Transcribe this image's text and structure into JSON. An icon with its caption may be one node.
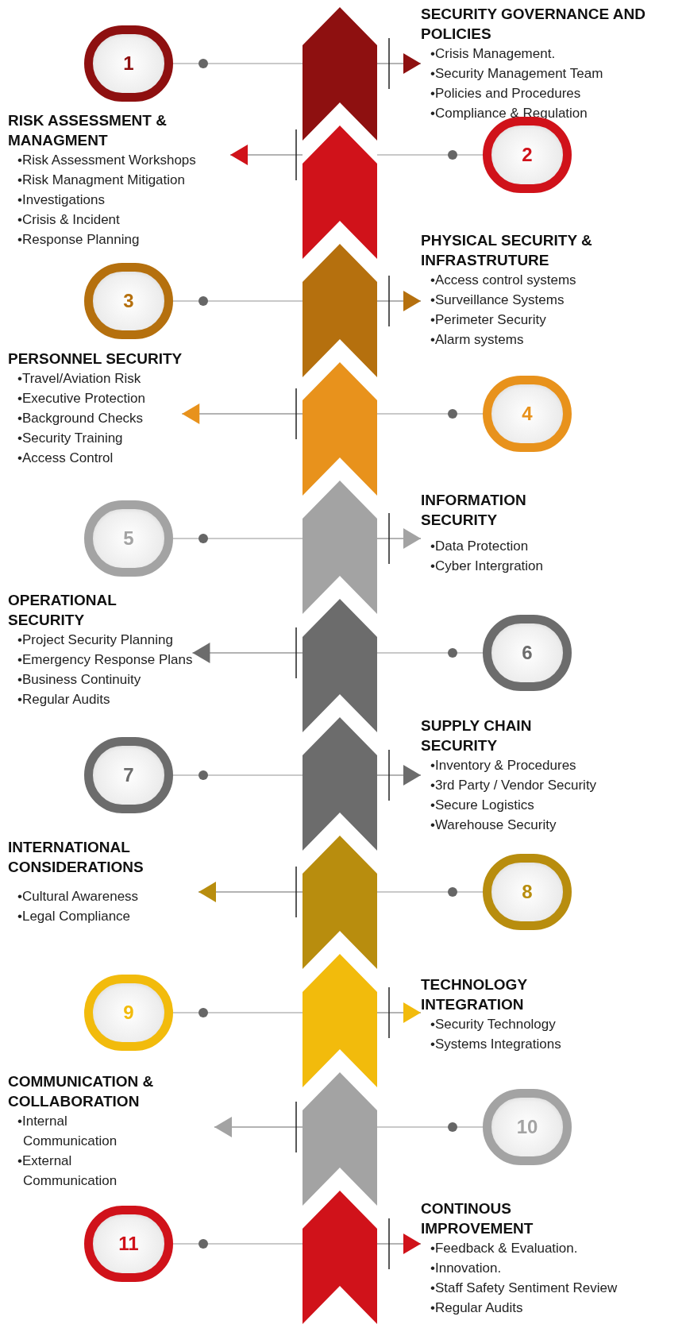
{
  "diagram": {
    "nodes": [
      {
        "text": [
          "1"
        ]
      },
      {
        "text": [],
        "shape": "chevron"
      },
      {
        "text": [
          "SECURITY GOVERNANCE AND POLICIES",
          "•Crisis Management.",
          "•Security Management Team",
          "•Policies and Procedures",
          "•Compliance & Regulation"
        ]
      },
      {
        "text": [
          "2"
        ]
      },
      {
        "text": [],
        "shape": "chevron"
      },
      {
        "text": [
          "RISK ASSESSMENT & MANAGMENT",
          "•Risk Assessment Workshops",
          "•Risk Managment Mitigation",
          "•Investigations",
          "•Crisis & Incident",
          "•Response Planning"
        ]
      },
      {
        "text": [
          "3"
        ]
      },
      {
        "text": [],
        "shape": "chevron"
      },
      {
        "text": [
          "PHYSICAL SECURITY & INFRASTRUTURE",
          "•Access control systems",
          "•Surveillance Systems",
          "•Perimeter Security",
          "•Alarm systems"
        ]
      },
      {
        "text": [
          "4"
        ]
      },
      {
        "text": [],
        "shape": "chevron"
      },
      {
        "text": [
          "PERSONNEL SECURITY",
          "•Travel/Aviation Risk",
          "•Executive Protection",
          "•Background Checks",
          "•Security Training",
          "•Access Control"
        ]
      },
      {
        "text": [
          "5"
        ]
      },
      {
        "text": [],
        "shape": "chevron"
      },
      {
        "text": [
          "INFORMATION SECURITY",
          "•Data Protection",
          "•Cyber Intergration"
        ]
      },
      {
        "text": [
          "6"
        ]
      },
      {
        "text": [],
        "shape": "chevron"
      },
      {
        "text": [
          "OPERATIONAL SECURITY",
          "•Project Security Planning",
          "•Emergency Response Plans",
          "•Business Continuity",
          "•Regular Audits"
        ]
      },
      {
        "text": [
          "7"
        ]
      },
      {
        "text": [],
        "shape": "chevron"
      },
      {
        "text": [
          "SUPPLY CHAIN SECURITY",
          "•Inventory & Procedures",
          "•3rd Party / Vendor Security",
          "•Secure Logistics",
          "•Warehouse Security"
        ]
      },
      {
        "text": [
          "8"
        ]
      },
      {
        "text": [],
        "shape": "chevron"
      },
      {
        "text": [
          "INTERNATIONAL CONSIDERATIONS",
          "•Cultural Awareness",
          "•Legal Compliance"
        ]
      },
      {
        "text": [
          "9"
        ]
      },
      {
        "text": [],
        "shape": "chevron"
      },
      {
        "text": [
          "TECHNOLOGY INTEGRATION",
          "•Security Technology",
          "•Systems Integrations"
        ]
      },
      {
        "text": [
          "10"
        ]
      },
      {
        "text": [],
        "shape": "chevron"
      },
      {
        "text": [
          "COMMUNICATION & COLLABORATION",
          "•Internal Communication",
          "•External Communication"
        ]
      },
      {
        "text": [
          "11"
        ]
      },
      {
        "text": [],
        "shape": "chevron"
      },
      {
        "text": [
          "CONTINOUS IMPROVEMENT",
          "•Feedback & Evaluation.",
          "•Innovation.",
          "•Staff Safety Sentiment Review",
          "•Regular Audits"
        ]
      }
    ],
    "edges": [
      {
        "from": 0,
        "to": 1,
        "arrow": "other"
      },
      {
        "from": 1,
        "to": 2,
        "arrow": "to"
      },
      {
        "from": 3,
        "to": 4,
        "arrow": "other"
      },
      {
        "from": 4,
        "to": 5,
        "arrow": "to"
      },
      {
        "from": 6,
        "to": 7,
        "arrow": "other"
      },
      {
        "from": 7,
        "to": 8,
        "arrow": "to"
      },
      {
        "from": 9,
        "to": 10,
        "arrow": "other"
      },
      {
        "from": 10,
        "to": 11,
        "arrow": "to"
      },
      {
        "from": 12,
        "to": 13,
        "arrow": "other"
      },
      {
        "from": 13,
        "to": 14,
        "arrow": "to"
      },
      {
        "from": 15,
        "to": 16,
        "arrow": "other"
      },
      {
        "from": 16,
        "to": 17,
        "arrow": "to"
      },
      {
        "from": 18,
        "to": 19,
        "arrow": "other"
      },
      {
        "from": 19,
        "to": 20,
        "arrow": "to"
      },
      {
        "from": 21,
        "to": 22,
        "arrow": "other"
      },
      {
        "from": 22,
        "to": 23,
        "arrow": "to"
      },
      {
        "from": 24,
        "to": 25,
        "arrow": "other"
      },
      {
        "from": 25,
        "to": 26,
        "arrow": "to"
      },
      {
        "from": 27,
        "to": 28,
        "arrow": "other"
      },
      {
        "from": 28,
        "to": 29,
        "arrow": "to"
      },
      {
        "from": 30,
        "to": 31,
        "arrow": "other"
      },
      {
        "from": 31,
        "to": 32,
        "arrow": "to"
      }
    ]
  }
}
